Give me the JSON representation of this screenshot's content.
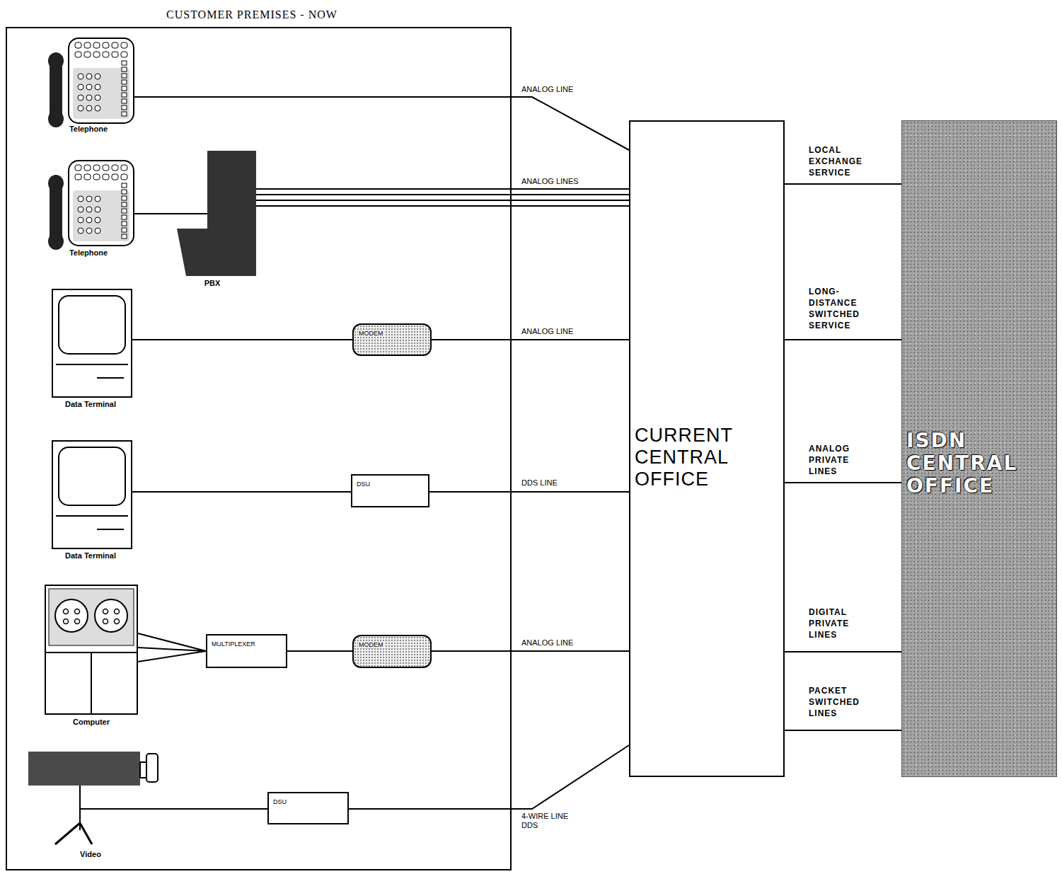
{
  "diagram": {
    "nodes": [
      {
        "text": [
          "CUSTOMER PREMISES - NOW"
        ]
      },
      {
        "text": [
          "Telephone"
        ],
        "in": 0
      },
      {
        "text": [
          "Telephone"
        ],
        "in": 0
      },
      {
        "text": [
          "PBX"
        ],
        "in": 0
      },
      {
        "text": [
          "Data Terminal"
        ],
        "in": 0
      },
      {
        "text": [
          "MODEM"
        ],
        "in": 0
      },
      {
        "text": [
          "Data Terminal"
        ],
        "in": 0
      },
      {
        "text": [
          "DSU"
        ],
        "in": 0
      },
      {
        "text": [
          "Computer"
        ],
        "in": 0
      },
      {
        "text": [
          "MULTIPLEXER"
        ],
        "in": 0
      },
      {
        "text": [
          "MODEM"
        ],
        "in": 0
      },
      {
        "text": [
          "Video"
        ],
        "in": 0
      },
      {
        "text": [
          "DSU"
        ],
        "in": 0
      },
      {
        "text": [
          "CURRENT CENTRAL OFFICE"
        ]
      },
      {
        "text": [
          "ISDN CENTRAL OFFICE"
        ]
      }
    ],
    "edges": [
      {
        "from": 1,
        "to": 13,
        "arrow": "none",
        "label": "ANALOG LINE"
      },
      {
        "from": 2,
        "to": 3,
        "arrow": "none"
      },
      {
        "from": 3,
        "to": 13,
        "arrow": "none",
        "label": "ANALOG LINES"
      },
      {
        "from": 4,
        "to": 5,
        "arrow": "none"
      },
      {
        "from": 5,
        "to": 13,
        "arrow": "none",
        "label": "ANALOG LINE"
      },
      {
        "from": 6,
        "to": 7,
        "arrow": "none"
      },
      {
        "from": 7,
        "to": 13,
        "arrow": "none",
        "label": "DDS LINE"
      },
      {
        "from": 8,
        "to": 9,
        "arrow": "none"
      },
      {
        "from": 9,
        "to": 10,
        "arrow": "none"
      },
      {
        "from": 10,
        "to": 13,
        "arrow": "none",
        "label": "ANALOG LINE"
      },
      {
        "from": 11,
        "to": 12,
        "arrow": "none"
      },
      {
        "from": 12,
        "to": 13,
        "arrow": "none",
        "label": "4-WIRE LINE DDS"
      },
      {
        "from": 13,
        "to": 14,
        "arrow": "none",
        "label": "LOCAL EXCHANGE SERVICE"
      },
      {
        "from": 13,
        "to": 14,
        "arrow": "none",
        "label": "LONG-DISTANCE SWITCHED SERVICE"
      },
      {
        "from": 13,
        "to": 14,
        "arrow": "none",
        "label": "ANALOG PRIVATE LINES"
      },
      {
        "from": 13,
        "to": 14,
        "arrow": "none",
        "label": "DIGITAL PRIVATE LINES"
      },
      {
        "from": 13,
        "to": 14,
        "arrow": "none",
        "label": "PACKET SWITCHED LINES"
      }
    ]
  }
}
